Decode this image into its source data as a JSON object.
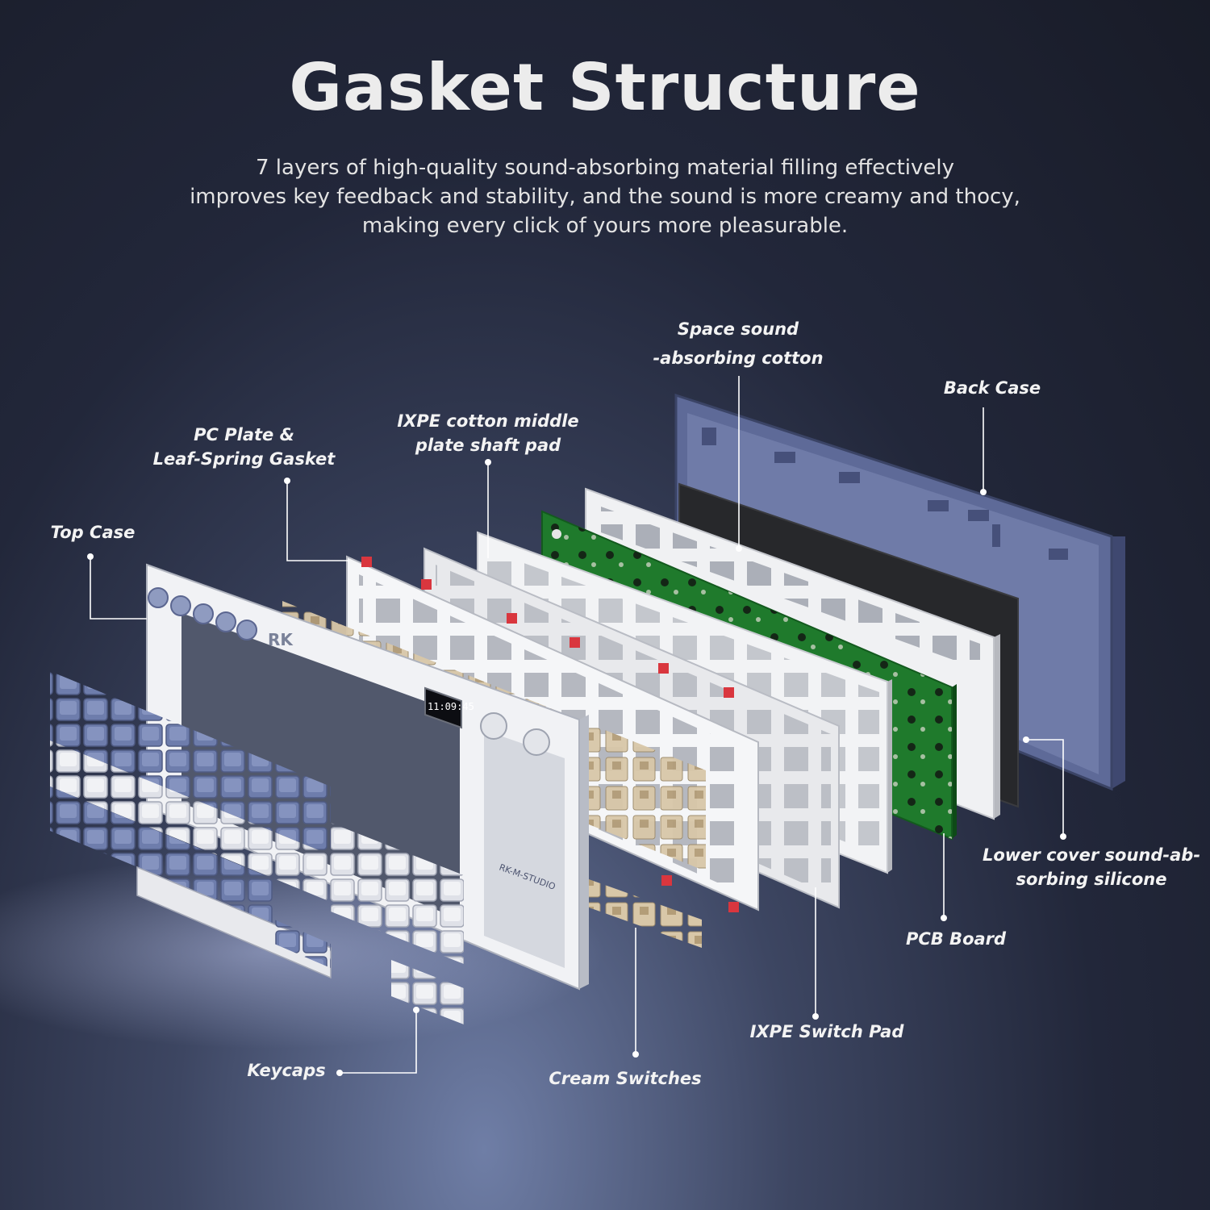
{
  "header": {
    "title": "Gasket Structure",
    "description_lines": [
      "7 layers of high-quality sound-absorbing material filling effectively",
      "improves key feedback and stability, and the sound is more creamy and thocy,",
      "making every click of yours more pleasurable."
    ]
  },
  "labels": {
    "space_sound": [
      "Space sound",
      "-absorbing cotton"
    ],
    "back_case": "Back Case",
    "ixpe_middle": [
      "IXPE cotton middle",
      "plate shaft pad"
    ],
    "pc_plate": [
      "PC Plate &",
      "Leaf-Spring Gasket"
    ],
    "top_case": "Top Case",
    "lower_cover": [
      "Lower cover sound-ab-",
      "sorbing silicone"
    ],
    "pcb_board": "PCB Board",
    "ixpe_switch_pad": "IXPE Switch Pad",
    "keycaps": "Keycaps",
    "cream_switches": "Cream Switches"
  },
  "device": {
    "display_time": "11:09:45",
    "case_brand": "RK-M-STUDIO",
    "logo": "RK"
  },
  "colors": {
    "background": "#1c1f2c",
    "back_case": "#5e6a98",
    "pcb": "#1f7a2c",
    "plate_white": "#ecedf0",
    "keycap_blue": "#6e7dac",
    "keycap_white": "#e9eaee",
    "switch_cream": "#d8c7a8",
    "leader_line": "#ffffff"
  }
}
